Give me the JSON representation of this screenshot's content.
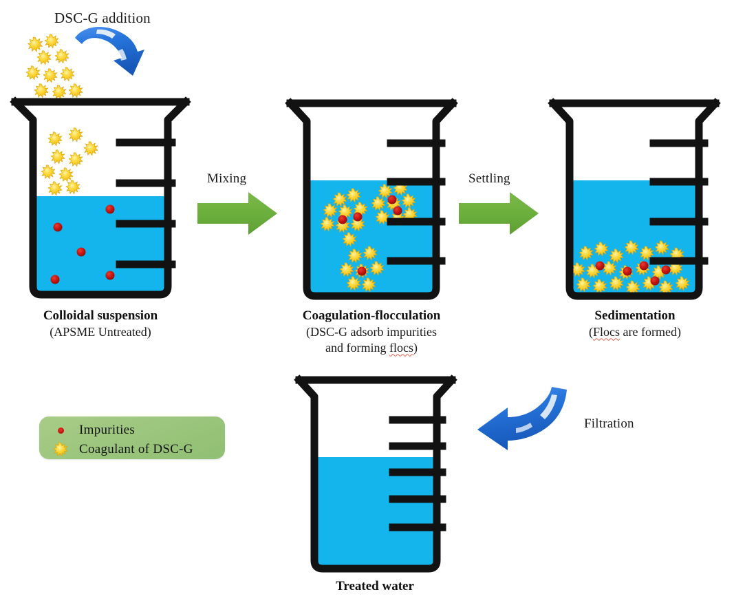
{
  "diagram": {
    "title_caption": "DSC-G addition",
    "steps": [
      {
        "id": "colloidal",
        "caption_main": "Colloidal suspension",
        "caption_sub": "(APSME Untreated)",
        "beaker": {
          "water_color": "#13B5EC",
          "outline_color": "#121212",
          "graduations": 4,
          "water_level_pct": 55,
          "impurities": 5,
          "coagulant_particles": 9,
          "coagulant_location": "air-above-water"
        }
      },
      {
        "id": "coagulation",
        "caption_main": "Coagulation-flocculation",
        "caption_sub": "(DSC-G adsorb impurities",
        "caption_sub2_pre": "and forming ",
        "caption_sub2_misspelled": "flocs",
        "caption_sub2_post": ")",
        "beaker": {
          "water_color": "#13B5EC",
          "outline_color": "#121212",
          "graduations": 4,
          "water_level_pct": 62,
          "impurities": 5,
          "coagulant_particles": 26,
          "coagulant_location": "suspended-in-water"
        }
      },
      {
        "id": "sedimentation",
        "caption_main": "Sedimentation",
        "caption_sub_pre": "(",
        "caption_sub_misspelled": "Flocs",
        "caption_sub_post": " are formed)",
        "beaker": {
          "water_color": "#13B5EC",
          "outline_color": "#121212",
          "graduations": 4,
          "water_level_pct": 62,
          "impurities": 6,
          "coagulant_particles": 22,
          "coagulant_location": "settled-at-bottom"
        }
      },
      {
        "id": "treated",
        "caption_main": "Treated water",
        "beaker": {
          "water_color": "#13B5EC",
          "outline_color": "#121212",
          "graduations": 5,
          "water_level_pct": 62,
          "impurities": 0,
          "coagulant_particles": 0,
          "coagulant_location": "none"
        }
      }
    ],
    "arrows": [
      {
        "id": "dsc-g-addition",
        "label": "DSC-G addition",
        "style": "curved-blue",
        "direction": "down-right",
        "color": "#2470D8"
      },
      {
        "id": "mixing",
        "label": "Mixing",
        "style": "straight-green",
        "direction": "right",
        "color": "#6AAE3C"
      },
      {
        "id": "settling",
        "label": "Settling",
        "style": "straight-green",
        "direction": "right",
        "color": "#6AAE3C"
      },
      {
        "id": "filtration",
        "label": "Filtration",
        "style": "curved-blue",
        "direction": "down-left",
        "color": "#2470D8"
      }
    ],
    "legend": {
      "background_color": "#9DC67E",
      "items": [
        {
          "symbol": "impurity-dot",
          "label": "Impurities",
          "color": "#C71512"
        },
        {
          "symbol": "coagulant-star",
          "label": "Coagulant of DSC-G",
          "color": "#F5C518"
        }
      ]
    },
    "colors": {
      "water": "#13B5EC",
      "beaker_outline": "#121212",
      "coagulant": "#F5C518",
      "coagulant_edge": "#E8A400",
      "impurity": "#C71512",
      "green_arrow": "#6AAE3C",
      "blue_arrow": "#2470D8",
      "legend_bg": "#9DC67E",
      "page_bg": "#FFFFFF"
    }
  }
}
